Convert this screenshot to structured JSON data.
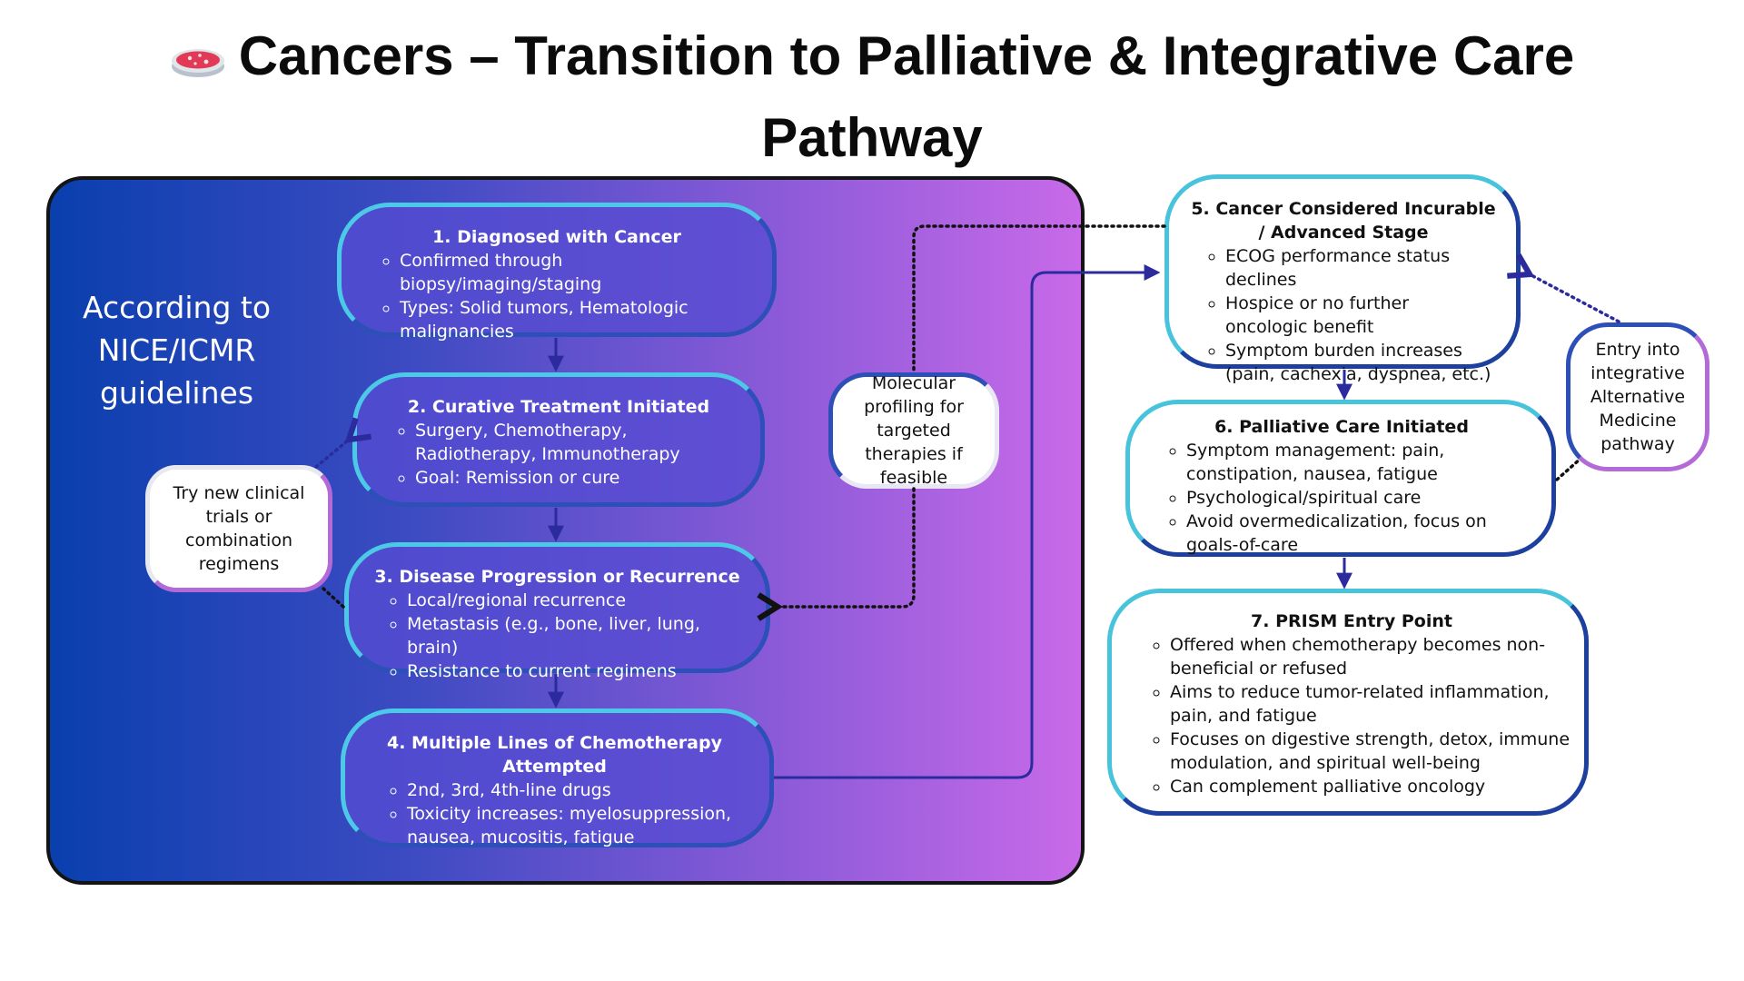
{
  "title": "Cancers – Transition to Palliative & Integrative Care Pathway",
  "panel_label": "According to NICE/ICMR guidelines",
  "nodes": [
    {
      "title": "1. Diagnosed with Cancer",
      "bullets": [
        "Confirmed through biopsy/imaging/staging",
        "Types: Solid tumors, Hematologic malignancies"
      ]
    },
    {
      "title": "2. Curative Treatment Initiated",
      "bullets": [
        "Surgery, Chemotherapy, Radiotherapy, Immunotherapy",
        "Goal: Remission or cure"
      ]
    },
    {
      "title": "3. Disease Progression or Recurrence",
      "bullets": [
        "Local/regional recurrence",
        "Metastasis (e.g., bone, liver, lung, brain)",
        "Resistance to current regimens"
      ]
    },
    {
      "title": "4. Multiple Lines of Chemotherapy Attempted",
      "bullets": [
        "2nd, 3rd, 4th-line drugs",
        "Toxicity increases: myelosuppression, nausea, mucositis, fatigue"
      ]
    },
    {
      "title": "5. Cancer Considered Incurable / Advanced Stage",
      "bullets": [
        "ECOG performance status declines",
        "Hospice or no further oncologic benefit",
        "Symptom burden increases (pain, cachexia, dyspnea, etc.)"
      ]
    },
    {
      "title": "6. Palliative Care Initiated",
      "bullets": [
        "Symptom management: pain, constipation, nausea, fatigue",
        "Psychological/spiritual care",
        "Avoid overmedicalization, focus on goals-of-care"
      ]
    },
    {
      "title": "7.  PRISM Entry Point",
      "bullets": [
        "Offered when chemotherapy becomes non-beneficial or refused",
        "Aims to reduce tumor-related inflammation, pain, and fatigue",
        "Focuses on digestive strength, detox, immune modulation, and spiritual well-being",
        "Can complement palliative oncology"
      ]
    }
  ],
  "side_notes": {
    "trials": "Try new clinical trials or combination regimens",
    "molecular": "Molecular profiling for targeted therapies if feasible",
    "integrative": "Entry into integrative Alternative Medicine pathway"
  },
  "icons": {
    "title_icon": "petri-dish-icon"
  },
  "colors": {
    "panel_gradient_start": "#0a3fae",
    "panel_gradient_end": "#c86ae9",
    "node_border_light": "#4cc9e6",
    "node_border_dark": "#1d3f9e",
    "arrow": "#2b2b9e",
    "pill_border": "#a45ad6"
  }
}
